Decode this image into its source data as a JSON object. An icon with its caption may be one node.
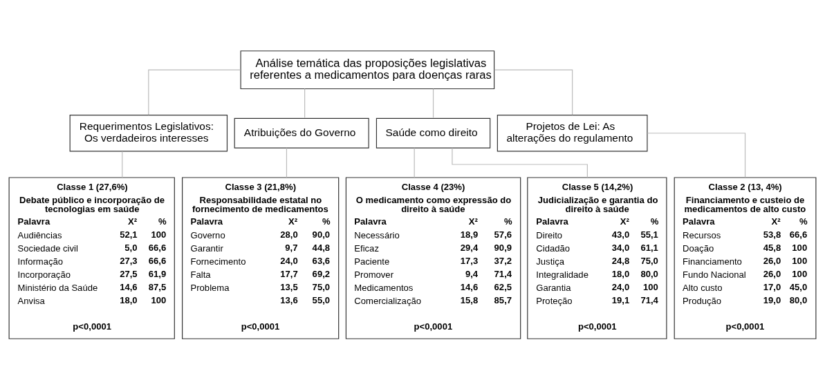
{
  "diagram": {
    "nodes": [
      {
        "text": [
          "Análise temática das proposições legislativas referentes a medicamentos para doenças raras"
        ]
      },
      {
        "text": [
          "Requerimentos Legislativos: Os verdadeiros interesses"
        ]
      },
      {
        "text": [
          "Atribuições do Governo"
        ]
      },
      {
        "text": [
          "Saúde como direito"
        ]
      },
      {
        "text": [
          "Projetos de Lei: As alterações do regulamento"
        ]
      },
      {
        "text": [
          "Classe 1 (27,6%)",
          "Debate público e incorporação de tecnologias em saúde",
          "Palavra X² %",
          "Audiências 52,1 100",
          "Sociedade civil 5,0 66,6",
          "Informação 27,3 66,6",
          "Incorporação 27,5 61,9",
          "Ministério da Saúde 14,6 87,5",
          "Anvisa 18,0 100",
          "p<0,0001"
        ]
      },
      {
        "text": [
          "Classe 3 (21,8%)",
          "Responsabilidade estatal no fornecimento de medicamentos",
          "Palavra X² %",
          "Governo 28,0 90,0",
          "Garantir 9,7 44,8",
          "Fornecimento 24,0 63,6",
          "Falta 17,7 69,2",
          "Problema 13,5 75,0",
          "13,6 55,0",
          "p<0,0001"
        ]
      },
      {
        "text": [
          "Classe 4 (23%)",
          "O medicamento como expressão do direito à saúde",
          "Palavra X² %",
          "Necessário 18,9 57,6",
          "Eficaz 29,4 90,9",
          "Paciente 17,3 37,2",
          "Promover 9,4 71,4",
          "Medicamentos 14,6 62,5",
          "Comercialização 15,8 85,7",
          "p<0,0001"
        ]
      },
      {
        "text": [
          "Classe 5 (14,2%)",
          "Judicialização e garantia do direito à saúde",
          "Palavra X² %",
          "Direito 43,0 55,1",
          "Cidadão 34,0 61,1",
          "Justiça 24,8 75,0",
          "Integralidade 18,0 80,0",
          "Garantia 24,0 100",
          "Proteção 19,1 71,4",
          "p<0,0001"
        ]
      },
      {
        "text": [
          "Classe 2 (13, 4%)",
          "Financiamento e custeio de medicamentos de alto custo",
          "Palavra X² %",
          "Recursos 53,8 66,6",
          "Doação 45,8 100",
          "Financiamento 26,0 100",
          "Fundo Nacional 26,0 100",
          "Alto custo 17,0 45,0",
          "Produção 19,0 80,0",
          "p<0,0001"
        ]
      }
    ],
    "edges": [
      {
        "from": 0,
        "to": 1,
        "arrow": "none"
      },
      {
        "from": 0,
        "to": 2,
        "arrow": "none"
      },
      {
        "from": 0,
        "to": 3,
        "arrow": "none"
      },
      {
        "from": 0,
        "to": 4,
        "arrow": "none"
      },
      {
        "from": 1,
        "to": 5,
        "arrow": "none"
      },
      {
        "from": 2,
        "to": 6,
        "arrow": "none"
      },
      {
        "from": 3,
        "to": 7,
        "arrow": "none"
      },
      {
        "from": 3,
        "to": 8,
        "arrow": "none"
      },
      {
        "from": 4,
        "to": 9,
        "arrow": "none"
      }
    ]
  }
}
